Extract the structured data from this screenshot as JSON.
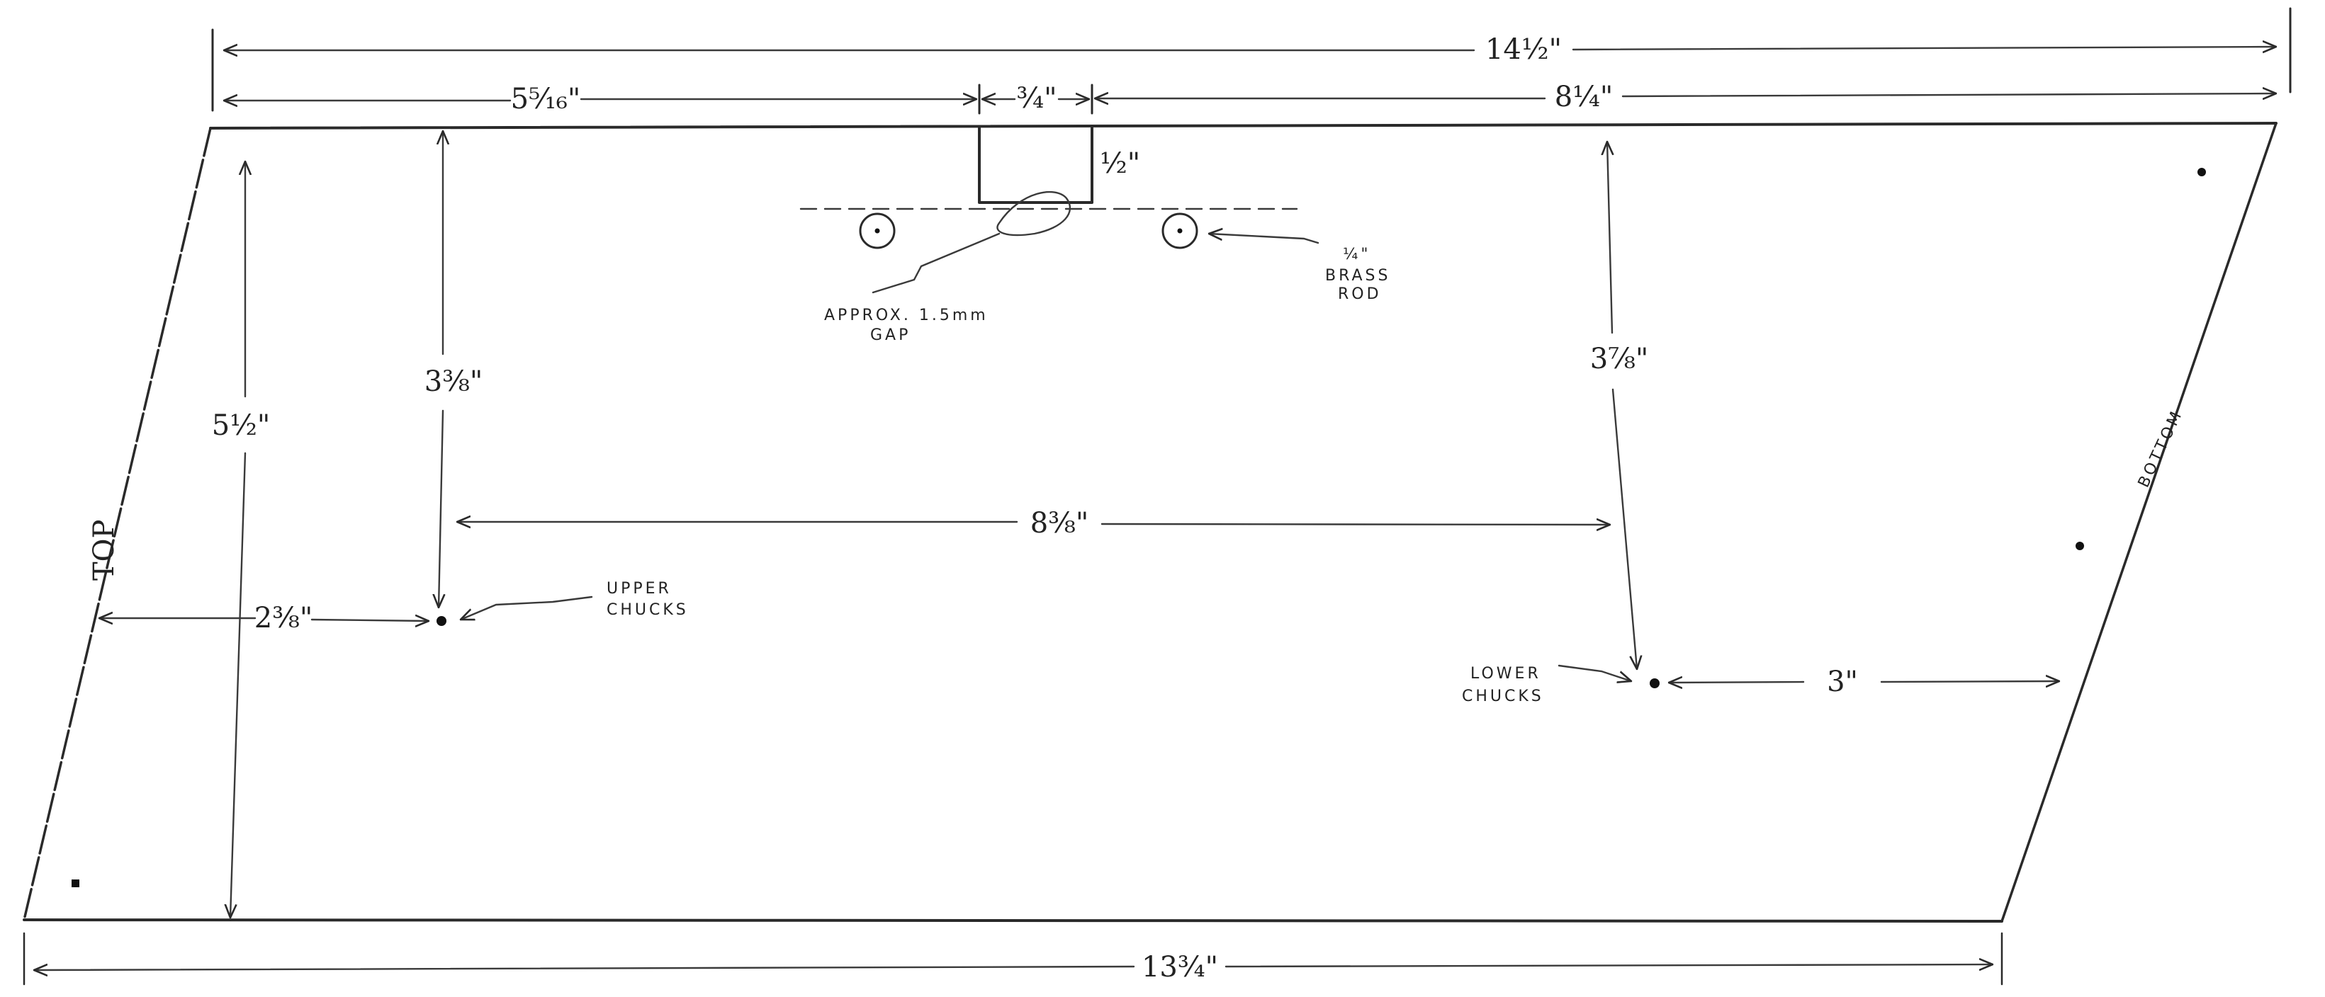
{
  "dimensions": {
    "overall_top_width": "14½\"",
    "top_left_segment": "5⁵⁄₁₆\"",
    "slot_width": "¾\"",
    "top_right_segment": "8¼\"",
    "slot_depth": "½\"",
    "overall_height": "5½\"",
    "upper_chuck_depth": "3⅜\"",
    "lower_chuck_depth": "3⅞\"",
    "chuck_spacing": "8⅜\"",
    "upper_chuck_inset": "2⅜\"",
    "lower_chuck_inset": "3\"",
    "overall_bottom_width": "13¾\""
  },
  "notes": {
    "gap_line1": "APPROX. 1.5mm",
    "gap_line2": "GAP",
    "rod_line1": "¼\"",
    "rod_line2": "BRASS",
    "rod_line3": "ROD",
    "upper_line1": "UPPER",
    "upper_line2": "CHUCKS",
    "lower_line1": "LOWER",
    "lower_line2": "CHUCKS",
    "side_top": "TOP",
    "side_bottom": "BOTTOM"
  },
  "colors": {
    "ink": "#2a2a2a",
    "paper": "#ffffff"
  }
}
